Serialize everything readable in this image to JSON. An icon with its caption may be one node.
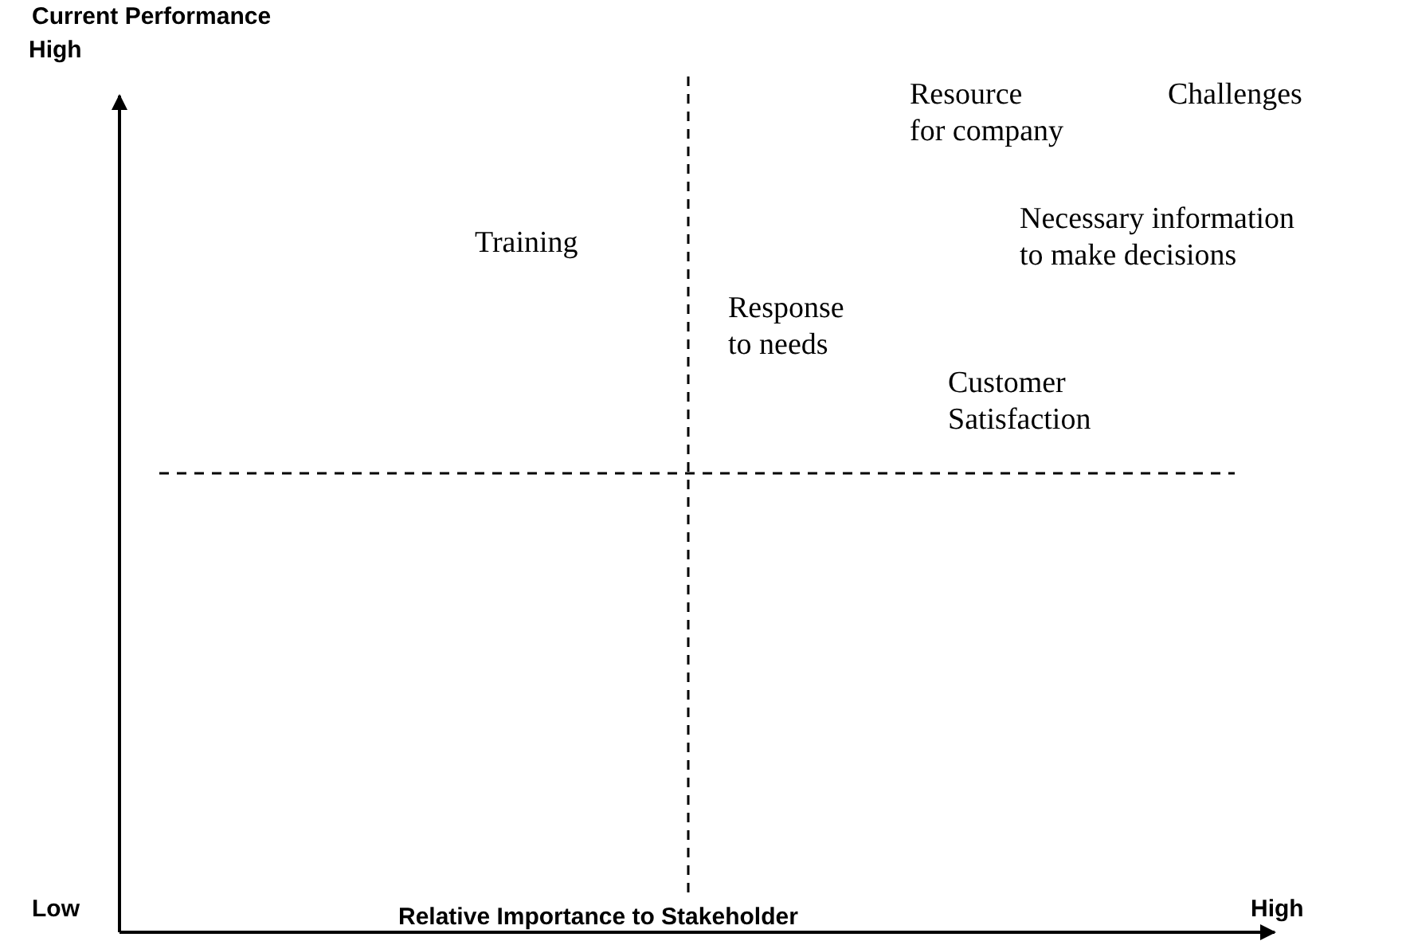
{
  "diagram": {
    "labels": [
      "Current Performance",
      "High",
      "Resource for company",
      "Challenges",
      "Training",
      "Necessary information to make decisions",
      "Response to needs",
      "Customer Satisfaction",
      "Low",
      "Relative Importance to Stakeholder",
      "High"
    ]
  }
}
